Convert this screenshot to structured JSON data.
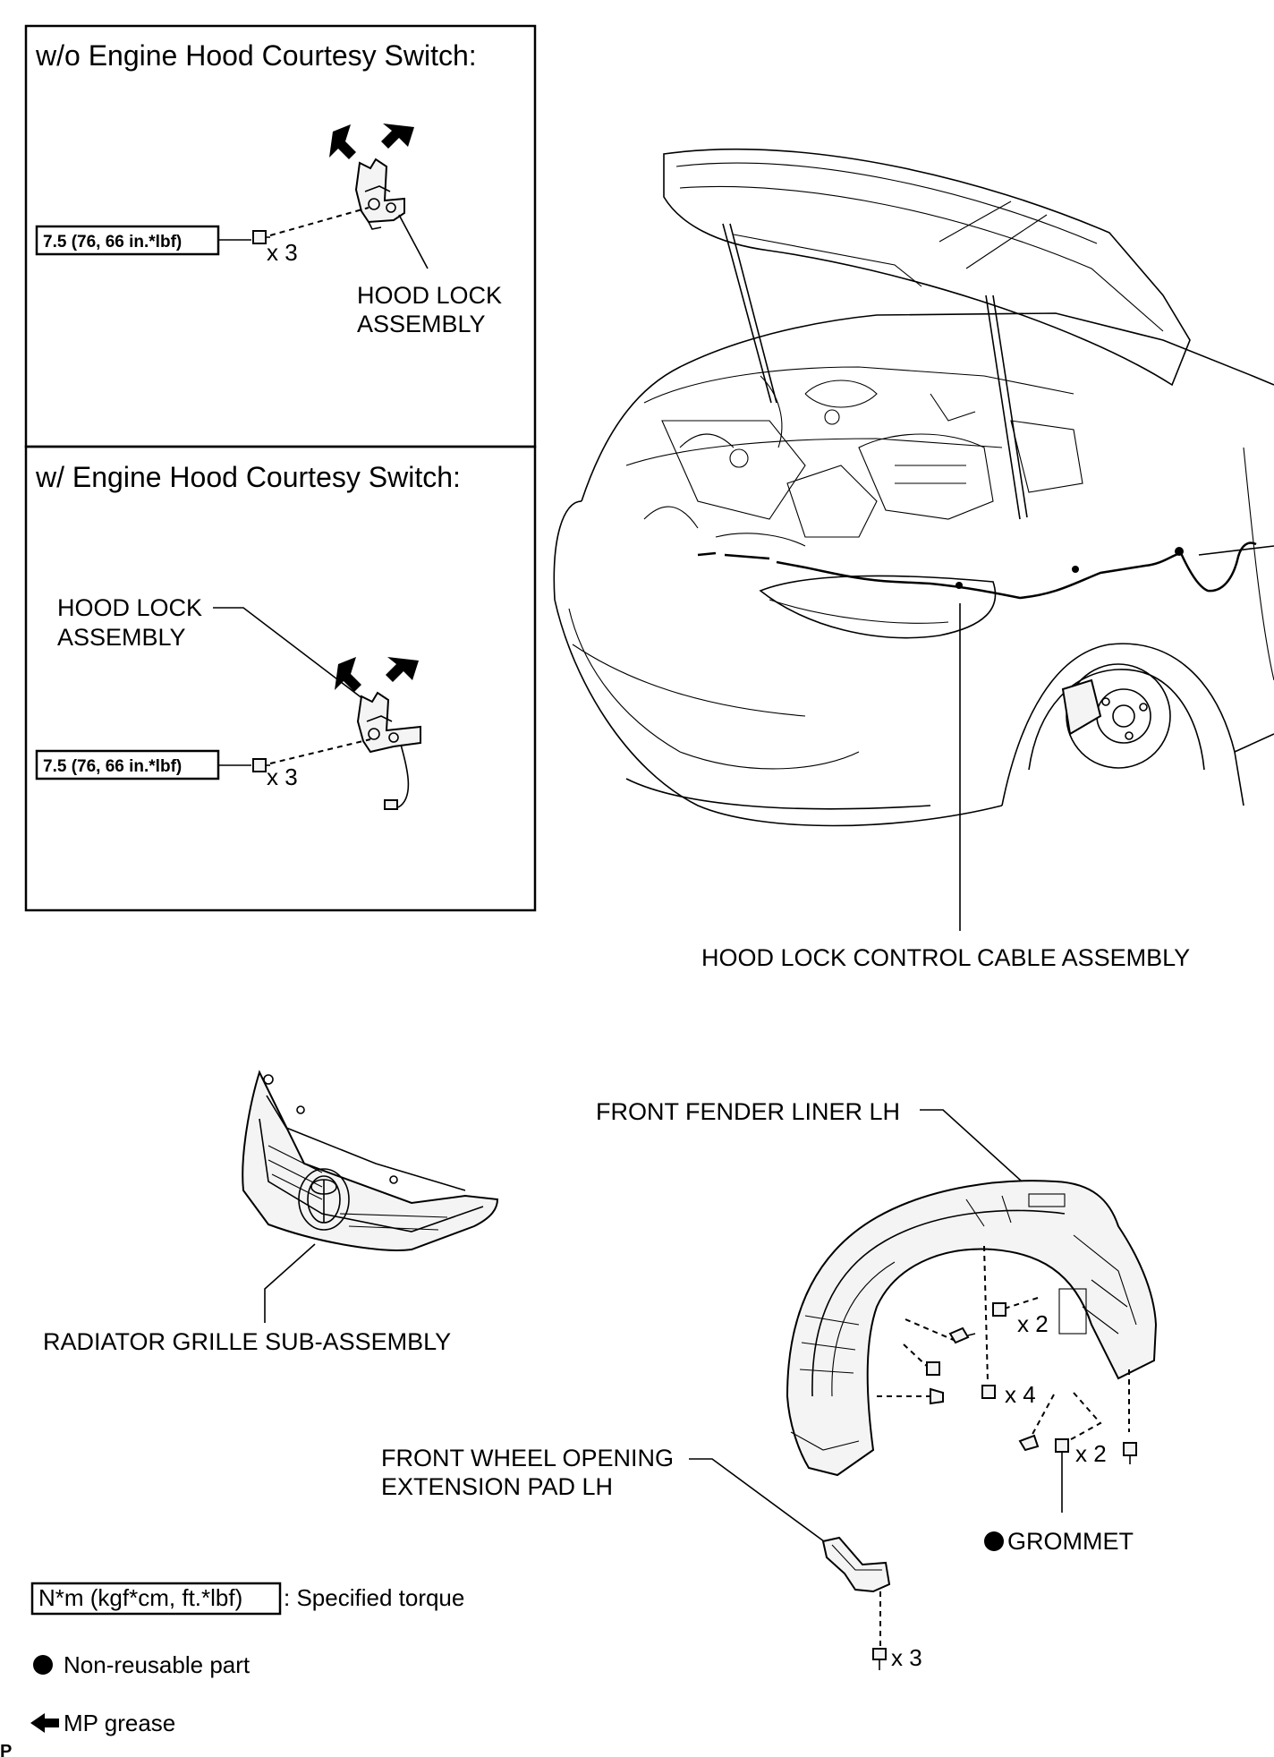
{
  "panels": {
    "top": {
      "title": "w/o Engine Hood Courtesy Switch:",
      "torque": "7.5 (76, 66 in.*lbf)",
      "qty": "x 3",
      "part_label": [
        "HOOD LOCK",
        "ASSEMBLY"
      ]
    },
    "bottom": {
      "title": "w/ Engine Hood Courtesy Switch:",
      "torque": "7.5 (76, 66 in.*lbf)",
      "qty": "x 3",
      "part_label": [
        "HOOD LOCK",
        "ASSEMBLY"
      ]
    }
  },
  "labels": {
    "cable": "HOOD LOCK CONTROL CABLE ASSEMBLY",
    "grille": "RADIATOR GRILLE SUB-ASSEMBLY",
    "liner": "FRONT FENDER LINER LH",
    "pad": [
      "FRONT WHEEL OPENING",
      "EXTENSION PAD LH"
    ],
    "grommet": "GROMMET"
  },
  "quantities": {
    "liner_a": "x 2",
    "liner_b": "x 4",
    "liner_c": "x 2",
    "pad": "x 3"
  },
  "legend": {
    "torque_box": "N*m (kgf*cm, ft.*lbf)",
    "torque_desc": ": Specified torque",
    "nonreusable": "Non-reusable part",
    "grease": "MP grease"
  },
  "corner_mark": "P",
  "icons": {
    "nonreusable": "filled-circle",
    "grease": "filled-arrow"
  }
}
